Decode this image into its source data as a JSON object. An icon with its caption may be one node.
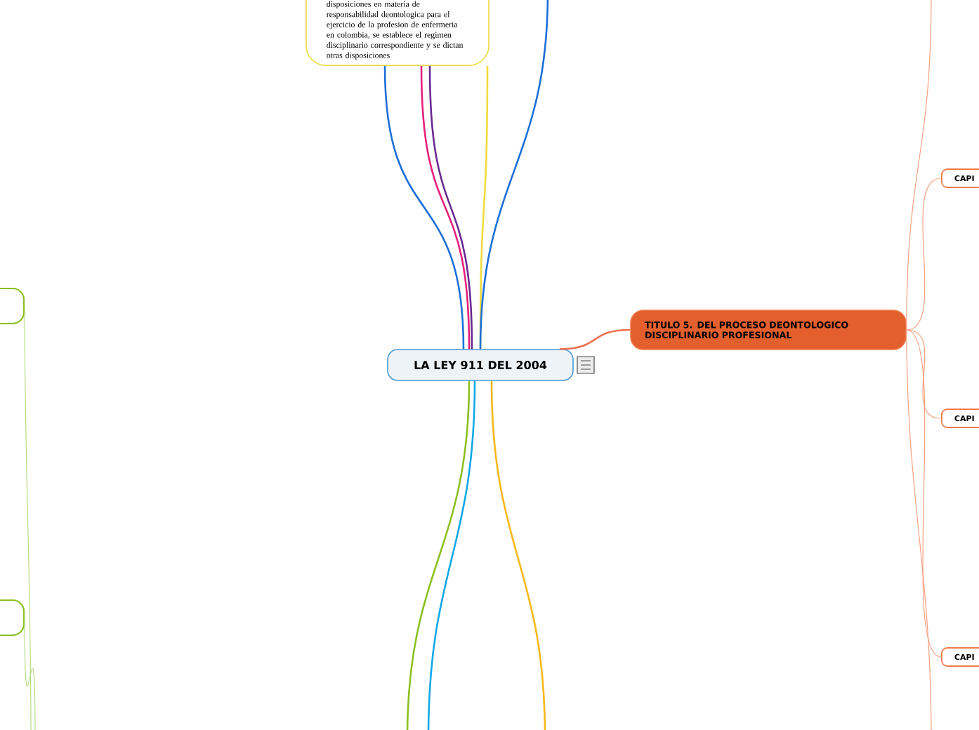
{
  "diagram": {
    "nodes": [
      {
        "text": [
          "LA LEY 911 DEL 2004"
        ]
      },
      {
        "text": [
          "disposiciones en materia de responsabilidad deontologica para el ejercicio de la profesion de enfermeria en colombia, se establece el regimen disciplinario correspondiente y se dictan otras disposiciones"
        ]
      },
      {
        "text": [
          "TITULO 5. DEL PROCESO DEONTOLOGICO DISCIPLINARIO PROFESIONAL"
        ]
      },
      {
        "text": [
          "CAPI"
        ]
      },
      {
        "text": [
          "CAPI"
        ]
      },
      {
        "text": [
          "CAPI"
        ]
      },
      {
        "text": [],
        "shape": "box"
      },
      {
        "text": [],
        "shape": "box"
      }
    ],
    "edges": [
      {
        "from": 0,
        "to": 1,
        "arrow": "none",
        "color": "#f0dc3c"
      },
      {
        "from": 0,
        "to": 1,
        "arrow": "none",
        "color": "#1c6fd8"
      },
      {
        "from": 0,
        "to": 1,
        "arrow": "none",
        "color": "#e8207a"
      },
      {
        "from": 0,
        "to": 1,
        "arrow": "none",
        "color": "#6a2a90"
      },
      {
        "from": 0,
        "to": null,
        "arrow": "none",
        "color": "#1c6fd8"
      },
      {
        "from": 0,
        "to": 2,
        "arrow": "none",
        "color": "#f07050"
      },
      {
        "from": 0,
        "to": null,
        "arrow": "none",
        "color": "#8cc020"
      },
      {
        "from": 0,
        "to": null,
        "arrow": "none",
        "color": "#10a8e8"
      },
      {
        "from": 0,
        "to": null,
        "arrow": "none",
        "color": "#f8b818"
      },
      {
        "from": 2,
        "to": 3,
        "arrow": "none",
        "color": "#f8a080"
      },
      {
        "from": 2,
        "to": 4,
        "arrow": "none",
        "color": "#f8a080"
      },
      {
        "from": 2,
        "to": 5,
        "arrow": "none",
        "color": "#f8a080"
      },
      {
        "from": 2,
        "to": null,
        "arrow": "none",
        "color": "#f8a080"
      },
      {
        "from": 2,
        "to": null,
        "arrow": "none",
        "color": "#f8a080"
      },
      {
        "from": 6,
        "to": null,
        "arrow": "none",
        "color": "#b8dc80"
      },
      {
        "from": 7,
        "to": null,
        "arrow": "none",
        "color": "#b8dc80"
      }
    ]
  }
}
